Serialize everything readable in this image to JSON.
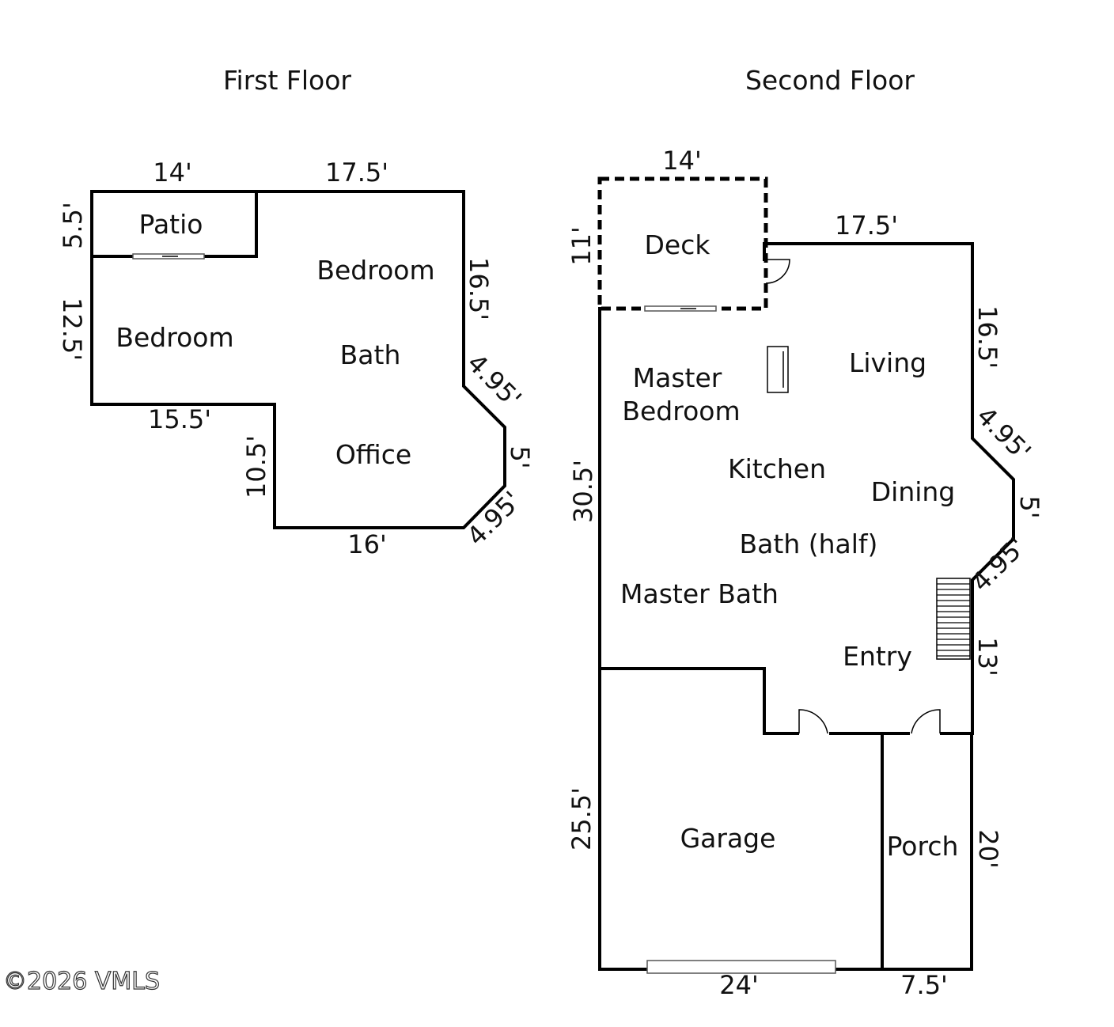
{
  "floors": {
    "first": {
      "title": "First Floor",
      "rooms": {
        "patio": "Patio",
        "bedroom_upper": "Bedroom",
        "bedroom_left": "Bedroom",
        "bath": "Bath",
        "office": "Office"
      },
      "dimensions": {
        "top_patio": "14'",
        "top_main": "17.5'",
        "left_patio": "5.5'",
        "left_bedroom": "12.5'",
        "right_upper": "16.5'",
        "diag_upper": "4.95'",
        "right_short": "5'",
        "diag_lower": "4.95'",
        "bottom_office": "16'",
        "office_left": "10.5'",
        "bedroom_bottom": "15.5'"
      }
    },
    "second": {
      "title": "Second Floor",
      "rooms": {
        "deck": "Deck",
        "living": "Living",
        "master_bedroom_l1": "Master",
        "master_bedroom_l2": "Bedroom",
        "kitchen": "Kitchen",
        "dining": "Dining",
        "bath_half": "Bath (half)",
        "master_bath": "Master Bath",
        "entry": "Entry",
        "garage": "Garage",
        "porch": "Porch"
      },
      "dimensions": {
        "deck_top": "14'",
        "deck_left": "11'",
        "top_main": "17.5'",
        "right_upper": "16.5'",
        "diag_upper": "4.95'",
        "right_short": "5'",
        "diag_lower": "4.95'",
        "right_entry": "13'",
        "left_main": "30.5'",
        "left_garage": "25.5'",
        "right_porch": "20'",
        "bottom_garage": "24'",
        "bottom_porch": "7.5'"
      }
    }
  },
  "copyright": "©2026 VMLS"
}
